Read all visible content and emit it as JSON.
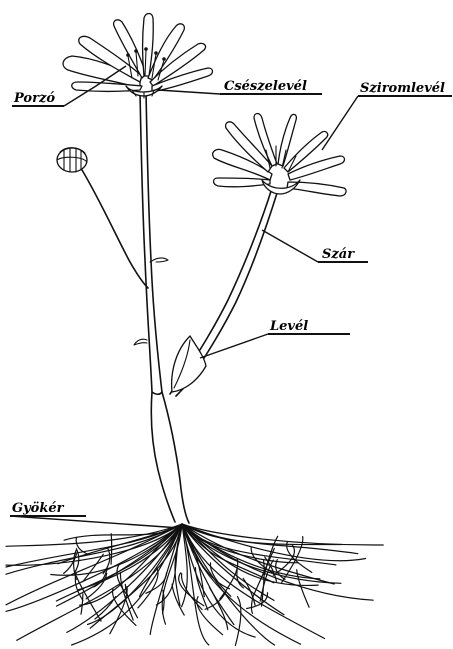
{
  "labels": {
    "porzo": "Porzó",
    "csescelevel": "Csészelevél",
    "sziromlevel": "Sziromlevél",
    "szar": "Szár",
    "level": "Levél",
    "gyoker": "Gyökér"
  },
  "colors": {
    "ink": "#111111",
    "background": "#ffffff"
  }
}
